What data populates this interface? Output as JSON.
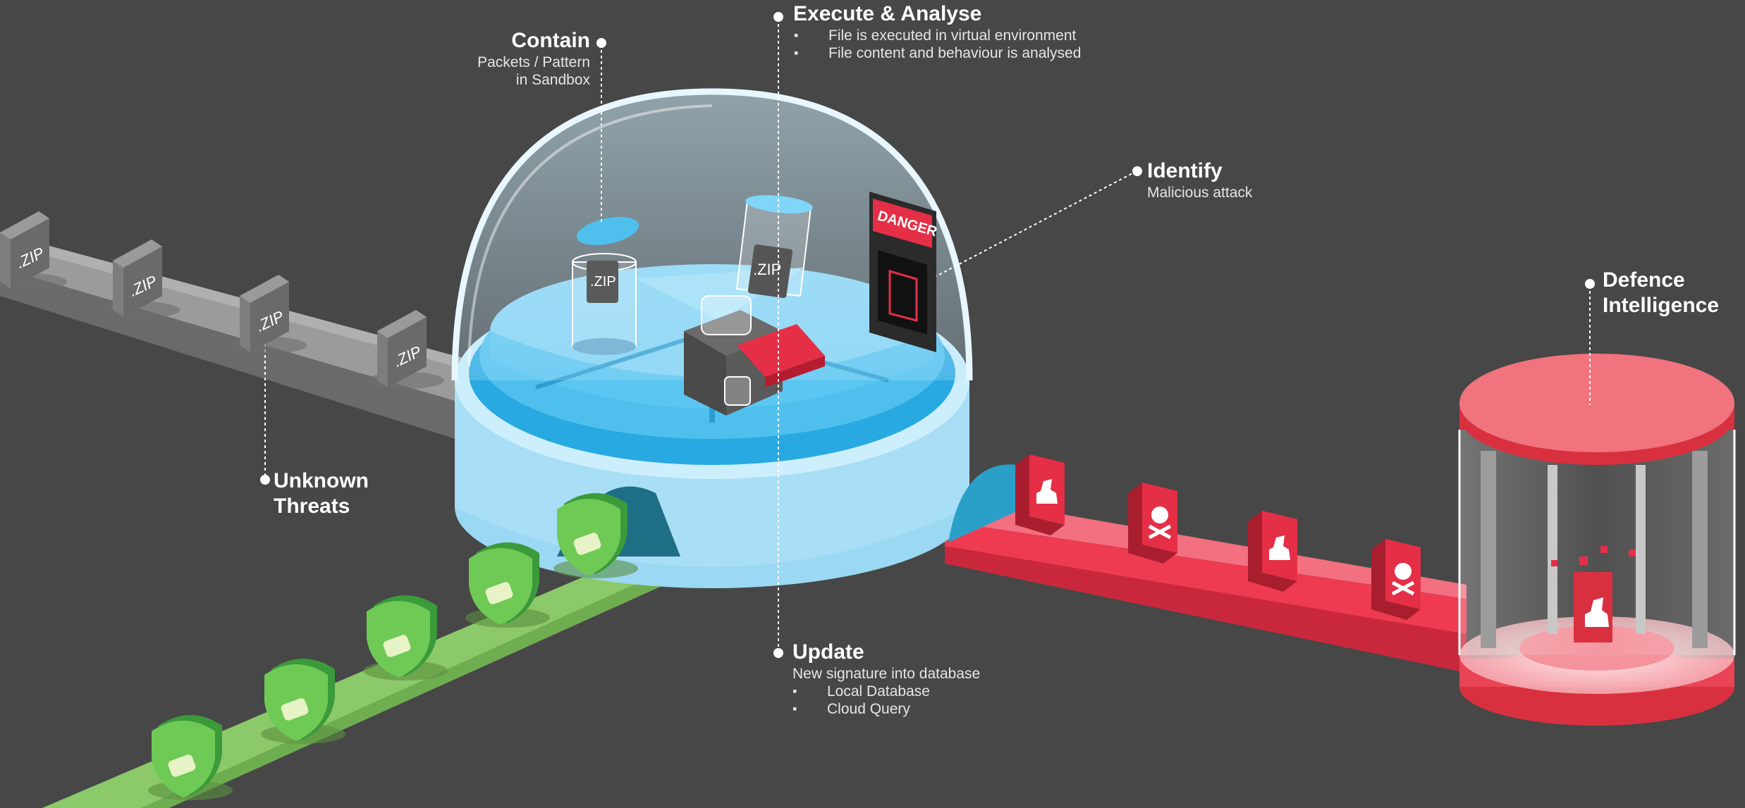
{
  "labels": {
    "contain": {
      "title": "Contain",
      "line1": "Packets / Pattern",
      "line2": "in Sandbox"
    },
    "execute": {
      "title": "Execute & Analyse",
      "bullets": [
        "File is executed in virtual environment",
        "File content and behaviour is analysed"
      ]
    },
    "identify": {
      "title": "Identify",
      "subtitle": "Malicious attack"
    },
    "defence": {
      "line1": "Defence",
      "line2": "Intelligence"
    },
    "unknown": {
      "line1": "Unknown",
      "line2": "Threats"
    },
    "update": {
      "title": "Update",
      "subtitle": "New signature into database",
      "bullets": [
        "Local Database",
        "Cloud Query"
      ]
    }
  },
  "diagram": {
    "zip_label": ".ZIP",
    "danger_label": "DANGER",
    "icons": {
      "incoming": "zip-file-icon",
      "safe": "shield-icon",
      "malicious": [
        "trojan-horse-icon",
        "skull-crossbones-icon"
      ],
      "card": "danger-card-icon"
    },
    "colors": {
      "background": "#474747",
      "conveyor_unknown": "#9b9b9b",
      "conveyor_safe": "#8cc96a",
      "conveyor_threat": "#ee3b52",
      "sandbox": "#7fd0f2",
      "dome": "#bfe6f8",
      "vault": "#ef5a68"
    }
  }
}
